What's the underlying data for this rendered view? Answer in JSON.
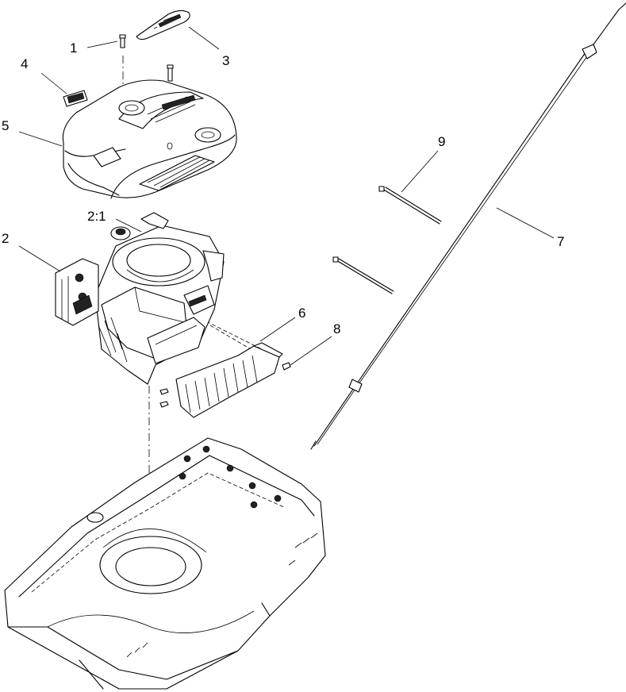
{
  "callouts": [
    {
      "id": "c1",
      "label": "1"
    },
    {
      "id": "c2",
      "label": "2"
    },
    {
      "id": "c21",
      "label": "2:1"
    },
    {
      "id": "c3",
      "label": "3"
    },
    {
      "id": "c4",
      "label": "4"
    },
    {
      "id": "c5",
      "label": "5"
    },
    {
      "id": "c6",
      "label": "6"
    },
    {
      "id": "c7",
      "label": "7"
    },
    {
      "id": "c8",
      "label": "8"
    },
    {
      "id": "c9",
      "label": "9"
    }
  ]
}
